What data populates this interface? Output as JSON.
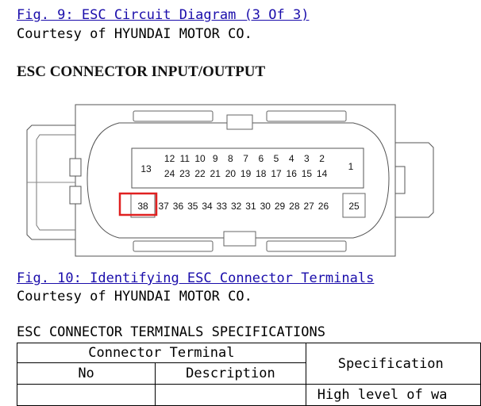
{
  "fig9": {
    "caption": "Fig. 9: ESC Circuit Diagram (3 Of 3)",
    "courtesy": "Courtesy of HYUNDAI MOTOR CO."
  },
  "section_heading": "ESC CONNECTOR INPUT/OUTPUT",
  "connector": {
    "top_row_pins": [
      "12",
      "11",
      "10",
      "9",
      "8",
      "7",
      "6",
      "5",
      "4",
      "3",
      "2"
    ],
    "middle_row_pins": [
      "24",
      "23",
      "22",
      "21",
      "20",
      "19",
      "18",
      "17",
      "16",
      "15",
      "14"
    ],
    "left_pin": "13",
    "right_pin": "1",
    "bottom_row_pins": [
      "38",
      "37",
      "36",
      "35",
      "34",
      "33",
      "32",
      "31",
      "30",
      "29",
      "28",
      "27",
      "26",
      "25"
    ],
    "highlight_pin": "38",
    "highlight_color": "#e02020"
  },
  "fig10": {
    "caption": "Fig. 10: Identifying ESC Connector Terminals",
    "courtesy": "Courtesy of HYUNDAI MOTOR CO."
  },
  "terminals_title": "ESC CONNECTOR TERMINALS SPECIFICATIONS",
  "table": {
    "group_header": "Connector Terminal",
    "col_no": "No",
    "col_description": "Description",
    "col_specification": "Specification",
    "first_row_spec": "High level of wa"
  }
}
